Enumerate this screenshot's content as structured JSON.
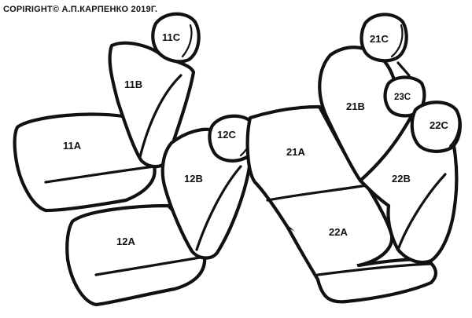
{
  "copyright": "COPIRIGHT© А.П.КАРПЕНКО 2019Г.",
  "parts": {
    "p11a": "11A",
    "p11b": "11B",
    "p11c": "11C",
    "p12a": "12A",
    "p12b": "12B",
    "p12c": "12C",
    "p21a": "21A",
    "p21b": "21B",
    "p21c": "21C",
    "p22a": "22A",
    "p22b": "22B",
    "p22c": "22C",
    "p23c": "23C"
  },
  "colors": {
    "stroke": "#111111",
    "fill": "#ffffff"
  }
}
